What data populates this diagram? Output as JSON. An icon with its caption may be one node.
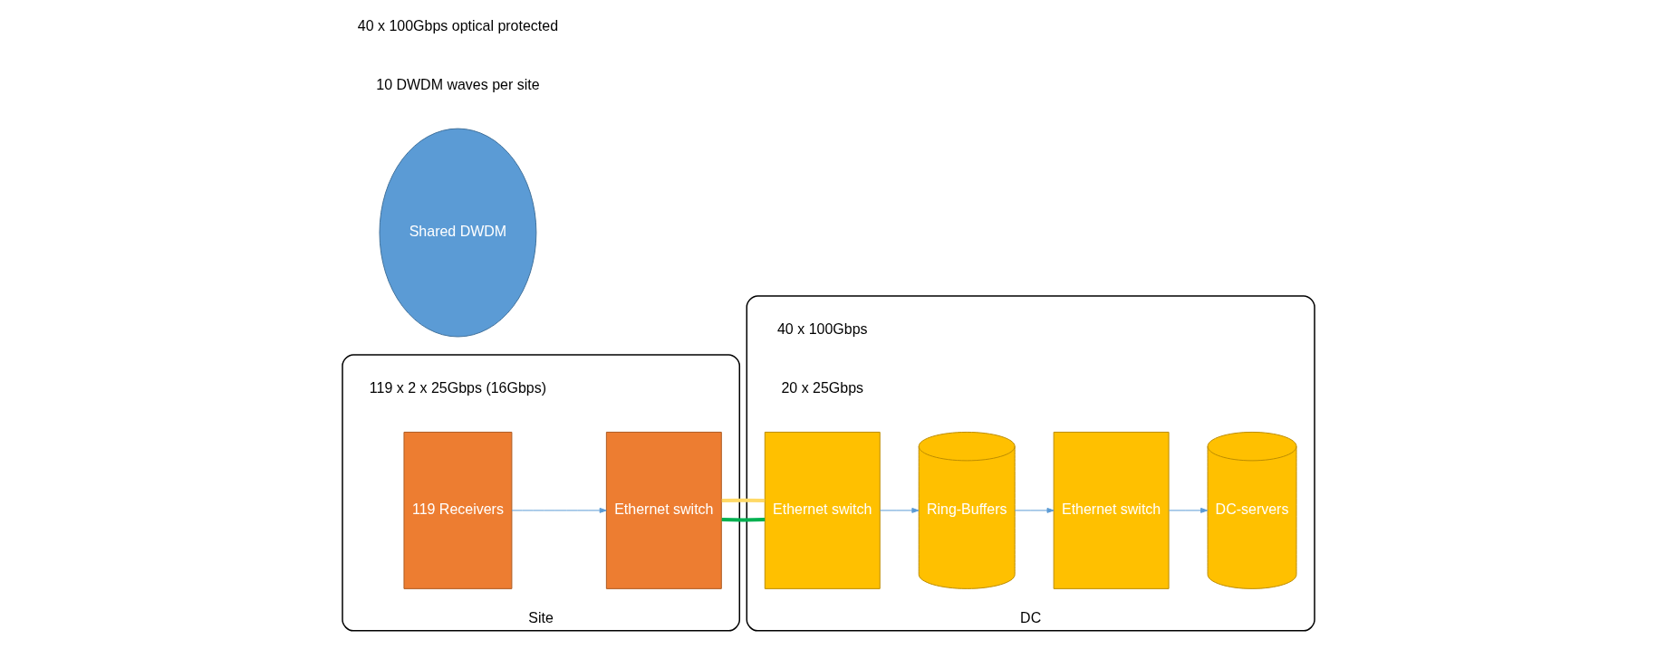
{
  "diagram": {
    "nodes": [
      {
        "text": [
          "Site"
        ]
      },
      {
        "text": [
          "119 Receivers"
        ],
        "in": 0
      },
      {
        "text": [
          "Ethernet switch"
        ],
        "in": 0
      },
      {
        "text": [
          "Shared DWDM"
        ]
      },
      {
        "text": [
          "DC"
        ]
      },
      {
        "text": [
          "Ethernet switch"
        ],
        "in": 4
      },
      {
        "text": [
          "Ring-Buffers"
        ],
        "in": 4
      },
      {
        "text": [
          "Ethernet switch"
        ],
        "in": 4
      },
      {
        "text": [
          "DC-servers"
        ],
        "in": 4
      }
    ],
    "edges": [
      {
        "from": 1,
        "to": 2,
        "arrow": "to"
      },
      {
        "from": 2,
        "to": 5,
        "arrow": "none",
        "style": "thick",
        "color": "#00b050"
      },
      {
        "from": 2,
        "to": 5,
        "arrow": "none",
        "style": "thick",
        "color": "#ffd966"
      },
      {
        "from": 5,
        "to": 6,
        "arrow": "to"
      },
      {
        "from": 6,
        "to": 7,
        "arrow": "to"
      },
      {
        "from": 7,
        "to": 8,
        "arrow": "to"
      }
    ],
    "labels": [
      "119 x 2 x 25Gbps (16Gbps)",
      "40 x 100Gbps optical protected",
      "10 DWDM waves per site",
      "40 x 100Gbps",
      "20 x 25Gbps"
    ]
  }
}
